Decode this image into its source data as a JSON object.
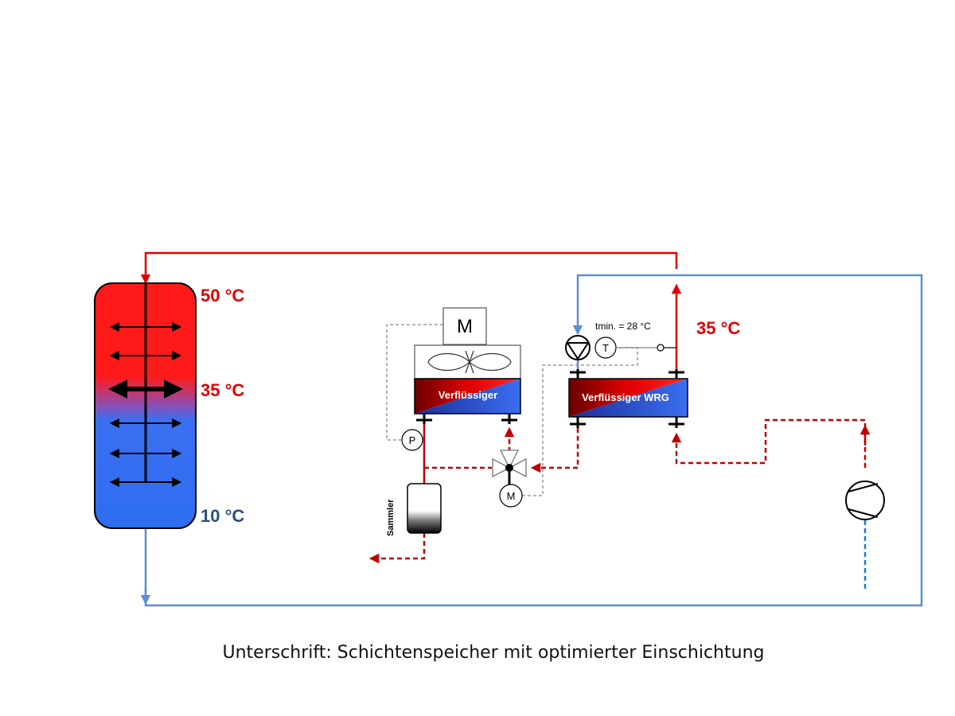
{
  "storage_tank": {
    "temp_top": "50 °C",
    "temp_mid": "35 °C",
    "temp_bottom": "10 °C"
  },
  "components": {
    "motor_fan": "M",
    "condenser": "Verflüssiger",
    "condenser_wrg": "Verflüssiger WRG",
    "pressure_sensor": "P",
    "temperature_sensor": "T",
    "valve_motor": "M",
    "receiver": "Sammler",
    "tmin_setpoint": "tmin. = 28 °C",
    "wrg_outlet_temp": "35 °C"
  },
  "caption": "Unterschrift: Schichtenspeicher mit optimierter Einschichtung",
  "colors": {
    "hot": "#e00000",
    "hot_dark": "#c00000",
    "cold": "#5b8fd1",
    "cold_fill": "#2e6ef0",
    "label_blue": "#2e4d7a",
    "dashed_water": "#1f7fc0"
  }
}
